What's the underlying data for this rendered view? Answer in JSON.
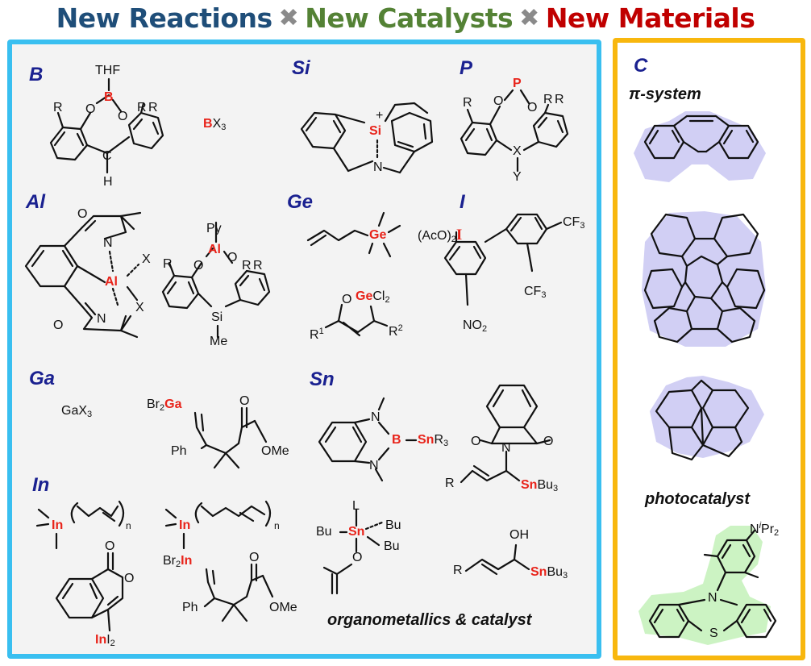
{
  "banner": {
    "part1": "New Reactions",
    "part2": "New Catalysts",
    "part3": "New Materials",
    "separator": "✖",
    "colors": {
      "part1": "#1f4e79",
      "part2": "#548235",
      "part3": "#c00000"
    }
  },
  "panel_left": {
    "sections": {
      "B": "B",
      "Si": "Si",
      "P": "P",
      "Al": "Al",
      "Ge": "Ge",
      "I": "I",
      "Ga": "Ga",
      "Sn": "Sn",
      "In": "In"
    },
    "labels": {
      "thf": "THF",
      "b_atom": "B",
      "bx3_b": "B",
      "bx3_rest": "X",
      "bx3_sub": "3",
      "r": "R",
      "o": "O",
      "h": "H",
      "si_atom": "Si",
      "plus": "+",
      "n": "N",
      "p_atom": "P",
      "x": "X",
      "y": "Y",
      "py": "Py",
      "al_atom": "Al",
      "si_me": "Me",
      "ge_atom": "Ge",
      "gecl2_ge": "Ge",
      "gecl2_cl": "Cl",
      "gecl2_sub": "2",
      "r1": "R",
      "r1_sup": "1",
      "r2": "R",
      "r2_sup": "2",
      "aco_i_pre": "(AcO)",
      "aco_i_sub": "2",
      "i_atom": "I",
      "cf3": "CF",
      "cf3_sub": "3",
      "no2": "NO",
      "no2_sub": "2",
      "gax3": "GaX",
      "gax3_sub": "3",
      "br2ga_pre": "Br",
      "br2ga_sub": "2",
      "ga_atom": "Ga",
      "ph": "Ph",
      "ome": "OMe",
      "sn_atom": "Sn",
      "snr3_r": "R",
      "snr3_sub": "3",
      "snbu3_bu": "Bu",
      "snbu3_sub": "3",
      "l": "L",
      "bu": "Bu",
      "oh": "OH",
      "in_atom": "In",
      "n_sub": "n",
      "br2in_pre": "Br",
      "br2in_sub": "2",
      "ini2_in": "In",
      "ini2_i": "I",
      "ini2_sub": "2"
    },
    "caption": "organometallics & catalyst"
  },
  "panel_right": {
    "section": "C",
    "caption_top": "π-system",
    "caption_bottom": "photocatalyst",
    "labels": {
      "n": "N",
      "ipr2_pre": "Pr",
      "ipr2_i": "i",
      "ipr2_sub": "2",
      "s": "S"
    }
  }
}
